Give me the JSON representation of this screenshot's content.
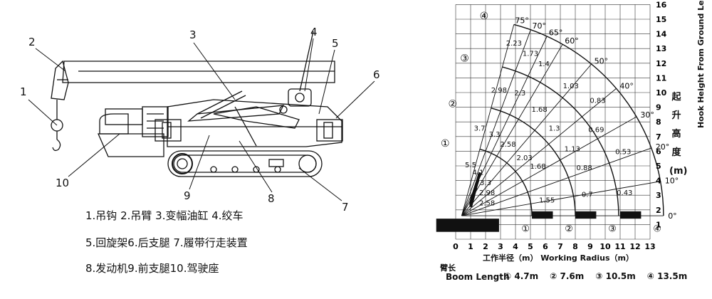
{
  "machine": {
    "callouts": [
      "1",
      "2",
      "3",
      "4",
      "5",
      "6",
      "7",
      "8",
      "9",
      "10"
    ],
    "legend_lines": [
      "1.吊钩 2.吊臂 3.变幅油缸 4.绞车",
      "5.回旋架6.后支腿 7.履带行走装置",
      "8.发动机9.前支腿10.驾驶座"
    ]
  },
  "chart_data": {
    "type": "load-chart",
    "title": "",
    "xlabel": "工作半径（m）  Working Radius（m）",
    "ylabel": "起升高度(m)",
    "ylabel_en": "Hook Height From Ground Level(m)",
    "x_ticks": [
      "0",
      "1",
      "2",
      "3",
      "4",
      "5",
      "6",
      "7",
      "8",
      "9",
      "10",
      "11",
      "12",
      "13"
    ],
    "y_ticks": [
      "1",
      "2",
      "3",
      "4",
      "5",
      "6",
      "7",
      "8",
      "9",
      "10",
      "11",
      "12",
      "13",
      "14",
      "15",
      "16"
    ],
    "xlim": [
      0,
      13
    ],
    "ylim": [
      0,
      16
    ],
    "grid": true,
    "boom_length_label_cn": "臂长",
    "boom_length_label_en": "Boom Length",
    "boom_sections": [
      {
        "id": "1",
        "symbol": "①",
        "length": "4.7m",
        "radius": 4.7
      },
      {
        "id": "2",
        "symbol": "②",
        "length": "7.6m",
        "radius": 7.6
      },
      {
        "id": "3",
        "symbol": "③",
        "length": "10.5m",
        "radius": 10.5
      },
      {
        "id": "4",
        "symbol": "④",
        "length": "13.5m",
        "radius": 13.5
      }
    ],
    "angles": [
      {
        "label": "75°",
        "deg": 75
      },
      {
        "label": "70°",
        "deg": 70
      },
      {
        "label": "65°",
        "deg": 65
      },
      {
        "label": "60°",
        "deg": 60
      },
      {
        "label": "50°",
        "deg": 50
      },
      {
        "label": "40°",
        "deg": 40
      },
      {
        "label": "30°",
        "deg": 30
      },
      {
        "label": "20°",
        "deg": 20
      },
      {
        "label": "10°",
        "deg": 10
      },
      {
        "label": "0°",
        "deg": 0
      }
    ],
    "load_labels": [
      {
        "text": "2.23",
        "x": 3.9,
        "y": 13.2
      },
      {
        "text": "1.73",
        "x": 5.0,
        "y": 12.5
      },
      {
        "text": "1.4",
        "x": 5.9,
        "y": 11.8
      },
      {
        "text": "2.98",
        "x": 2.9,
        "y": 10.0
      },
      {
        "text": "2.3",
        "x": 4.3,
        "y": 9.8
      },
      {
        "text": "1.03",
        "x": 7.7,
        "y": 10.3
      },
      {
        "text": "0.83",
        "x": 9.5,
        "y": 9.3
      },
      {
        "text": "1.68",
        "x": 5.6,
        "y": 8.7
      },
      {
        "text": "3.7",
        "x": 1.6,
        "y": 7.4
      },
      {
        "text": "3.3",
        "x": 2.6,
        "y": 7.0
      },
      {
        "text": "1.3",
        "x": 6.6,
        "y": 7.4
      },
      {
        "text": "0.69",
        "x": 9.4,
        "y": 7.3
      },
      {
        "text": "2.58",
        "x": 3.5,
        "y": 6.3
      },
      {
        "text": "1.13",
        "x": 7.8,
        "y": 6.0
      },
      {
        "text": "0.53",
        "x": 11.2,
        "y": 5.8
      },
      {
        "text": "2.03",
        "x": 4.6,
        "y": 5.4
      },
      {
        "text": "5.5",
        "x": 1.0,
        "y": 4.9
      },
      {
        "text": "4.1",
        "x": 1.5,
        "y": 4.4
      },
      {
        "text": "1.68",
        "x": 5.5,
        "y": 4.8
      },
      {
        "text": "0.88",
        "x": 8.6,
        "y": 4.7
      },
      {
        "text": "3.3",
        "x": 2.0,
        "y": 3.7
      },
      {
        "text": "2.98",
        "x": 2.1,
        "y": 3.0
      },
      {
        "text": "2.58",
        "x": 2.1,
        "y": 2.3
      },
      {
        "text": "1.55",
        "x": 6.1,
        "y": 2.5
      },
      {
        "text": "0.7",
        "x": 8.8,
        "y": 2.9
      },
      {
        "text": "0.43",
        "x": 11.3,
        "y": 3.0
      }
    ]
  }
}
